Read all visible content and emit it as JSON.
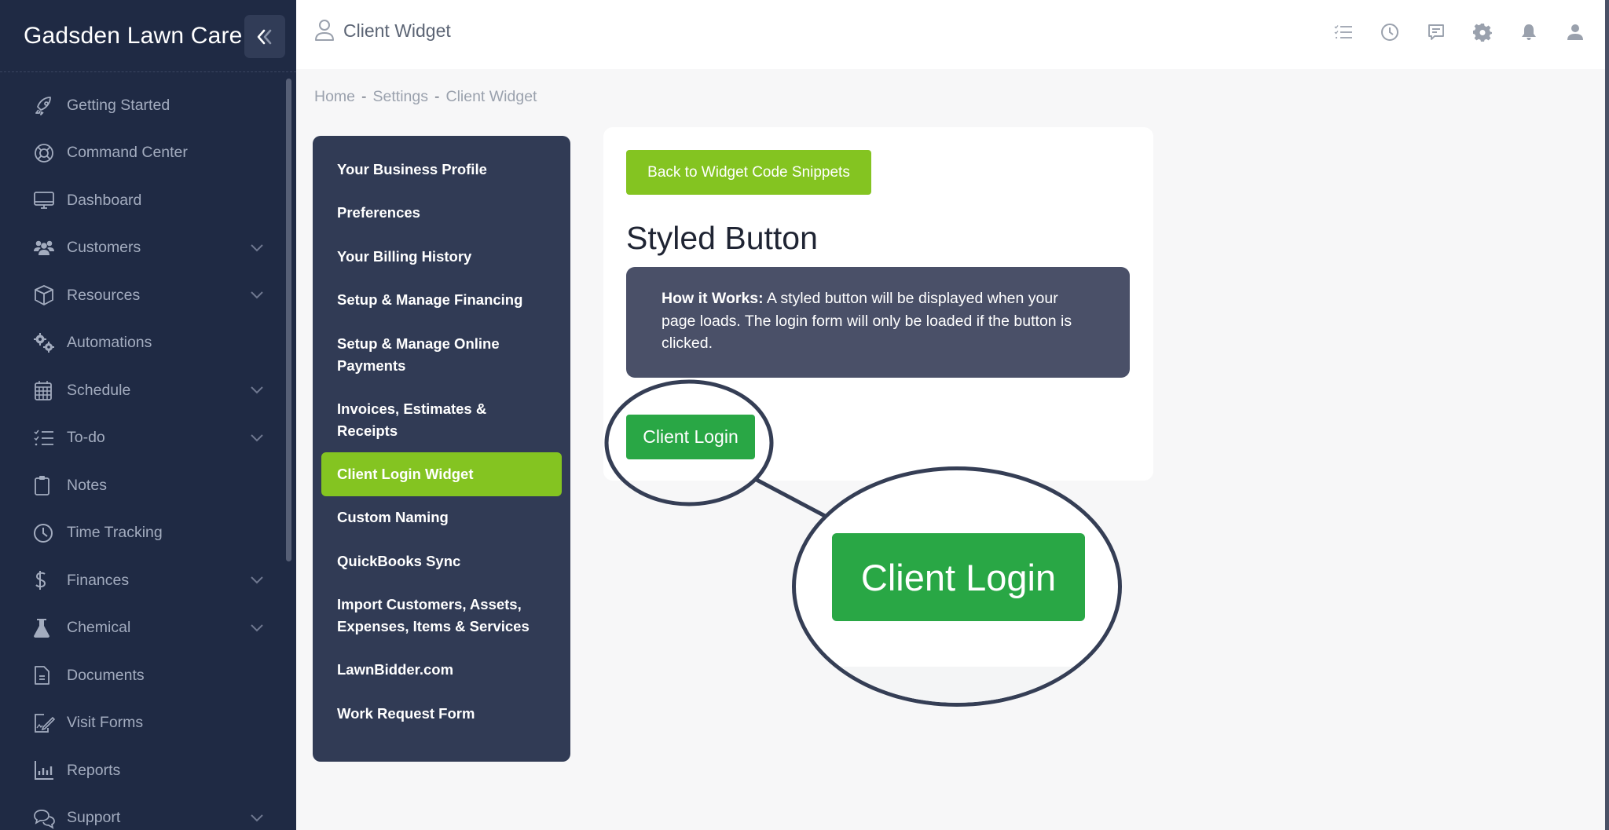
{
  "sidebar": {
    "brand": "Gadsden Lawn Care",
    "collapse_icon": "double-chevron-left-icon",
    "items": [
      {
        "label": "Getting Started",
        "icon": "rocket-icon",
        "has_chevron": false
      },
      {
        "label": "Command Center",
        "icon": "lifebuoy-icon",
        "has_chevron": false
      },
      {
        "label": "Dashboard",
        "icon": "monitor-icon",
        "has_chevron": false
      },
      {
        "label": "Customers",
        "icon": "users-icon",
        "has_chevron": true
      },
      {
        "label": "Resources",
        "icon": "cube-icon",
        "has_chevron": true
      },
      {
        "label": "Automations",
        "icon": "gears-icon",
        "has_chevron": false
      },
      {
        "label": "Schedule",
        "icon": "calendar-icon",
        "has_chevron": true
      },
      {
        "label": "To-do",
        "icon": "checklist-icon",
        "has_chevron": true
      },
      {
        "label": "Notes",
        "icon": "clipboard-icon",
        "has_chevron": false
      },
      {
        "label": "Time Tracking",
        "icon": "clock-icon",
        "has_chevron": false
      },
      {
        "label": "Finances",
        "icon": "dollar-icon",
        "has_chevron": true
      },
      {
        "label": "Chemical",
        "icon": "flask-icon",
        "has_chevron": true
      },
      {
        "label": "Documents",
        "icon": "document-icon",
        "has_chevron": false
      },
      {
        "label": "Visit Forms",
        "icon": "signature-icon",
        "has_chevron": false
      },
      {
        "label": "Reports",
        "icon": "bar-chart-icon",
        "has_chevron": false
      },
      {
        "label": "Support",
        "icon": "chat-bubbles-icon",
        "has_chevron": true
      }
    ]
  },
  "topbar": {
    "title": "Client Widget",
    "title_icon": "user-outline-icon",
    "icons": [
      "checklist-icon",
      "clock-icon",
      "message-icon",
      "gear-icon",
      "bell-icon",
      "user-icon"
    ]
  },
  "breadcrumb": {
    "items": [
      "Home",
      "Settings",
      "Client Widget"
    ],
    "separator": "-"
  },
  "settings_menu": {
    "active_index": 6,
    "items": [
      "Your Business Profile",
      "Preferences",
      "Your Billing History",
      "Setup & Manage Financing",
      "Setup & Manage Online Payments",
      "Invoices, Estimates & Receipts",
      "Client Login Widget",
      "Custom Naming",
      "QuickBooks Sync",
      "Import Customers, Assets, Expenses, Items & Services",
      "LawnBidder.com",
      "Work Request Form"
    ]
  },
  "content": {
    "back_button": "Back to Widget Code Snippets",
    "title": "Styled Button",
    "info_label": "How it Works:",
    "info_text": " A styled button will be displayed when your page loads. The login form will only be loaded if the button is clicked.",
    "login_button": "Client Login",
    "zoomed_login_button": "Client Login"
  },
  "colors": {
    "sidebar_bg": "#1f2a44",
    "settings_menu_bg": "#313b55",
    "accent_green": "#84c421",
    "login_green": "#29a745",
    "info_box_bg": "#4a5068",
    "callout_stroke": "#353e55"
  }
}
